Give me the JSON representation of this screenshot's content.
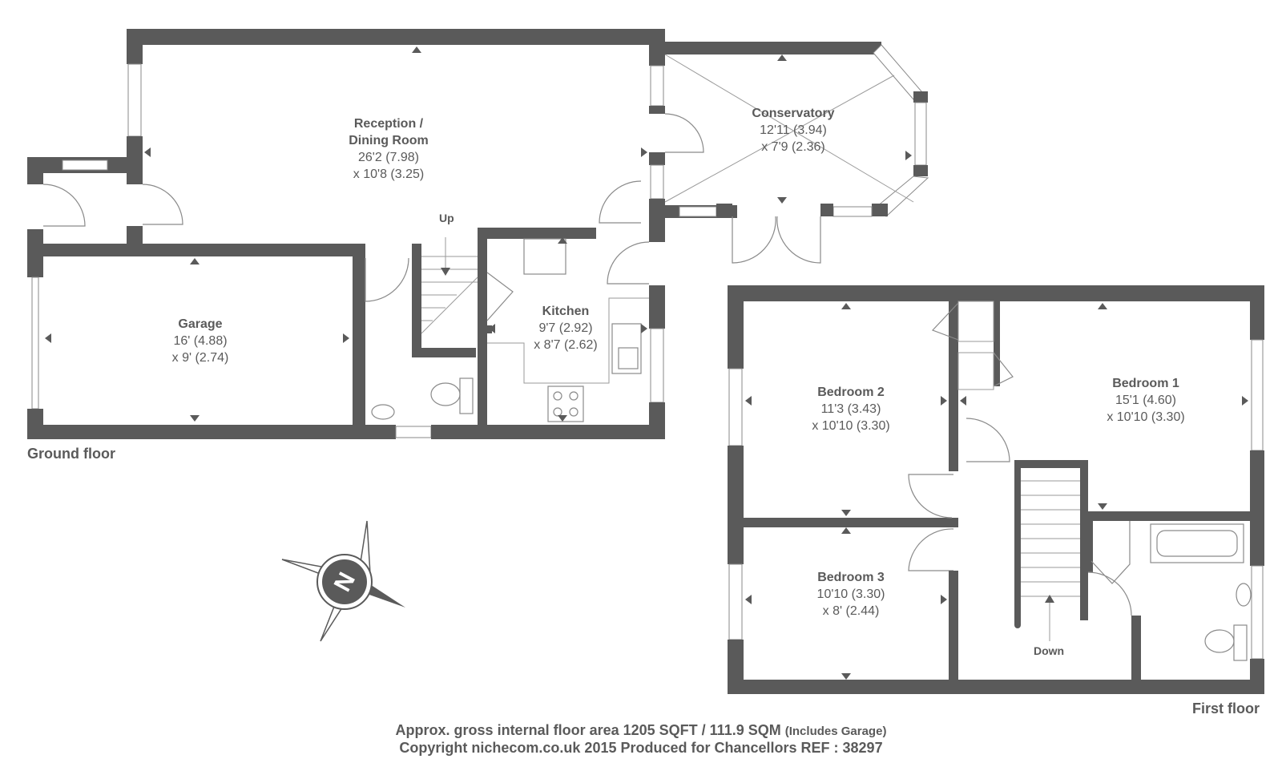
{
  "floors": {
    "ground": "Ground floor",
    "first": "First floor"
  },
  "rooms": {
    "reception": {
      "name_line1": "Reception /",
      "name_line2": "Dining Room",
      "dim1": "26'2 (7.98)",
      "dim2": "x 10'8 (3.25)"
    },
    "conservatory": {
      "name": "Conservatory",
      "dim1": "12'11 (3.94)",
      "dim2": "x 7'9 (2.36)"
    },
    "garage": {
      "name": "Garage",
      "dim1": "16' (4.88)",
      "dim2": "x 9' (2.74)"
    },
    "kitchen": {
      "name": "Kitchen",
      "dim1": "9'7 (2.92)",
      "dim2": "x 8'7 (2.62)"
    },
    "bedroom1": {
      "name": "Bedroom 1",
      "dim1": "15'1 (4.60)",
      "dim2": "x 10'10 (3.30)"
    },
    "bedroom2": {
      "name": "Bedroom 2",
      "dim1": "11'3 (3.43)",
      "dim2": "x 10'10 (3.30)"
    },
    "bedroom3": {
      "name": "Bedroom 3",
      "dim1": "10'10 (3.30)",
      "dim2": "x 8' (2.44)"
    }
  },
  "stairs": {
    "up": "Up",
    "down": "Down"
  },
  "compass": {
    "letter": "N"
  },
  "footer": {
    "line1": "Approx. gross internal floor area 1205 SQFT / 111.9 SQM",
    "line1_note": "(Includes Garage)",
    "line2": "Copyright nichecom.co.uk 2015 Produced for Chancellors REF : 38297"
  }
}
